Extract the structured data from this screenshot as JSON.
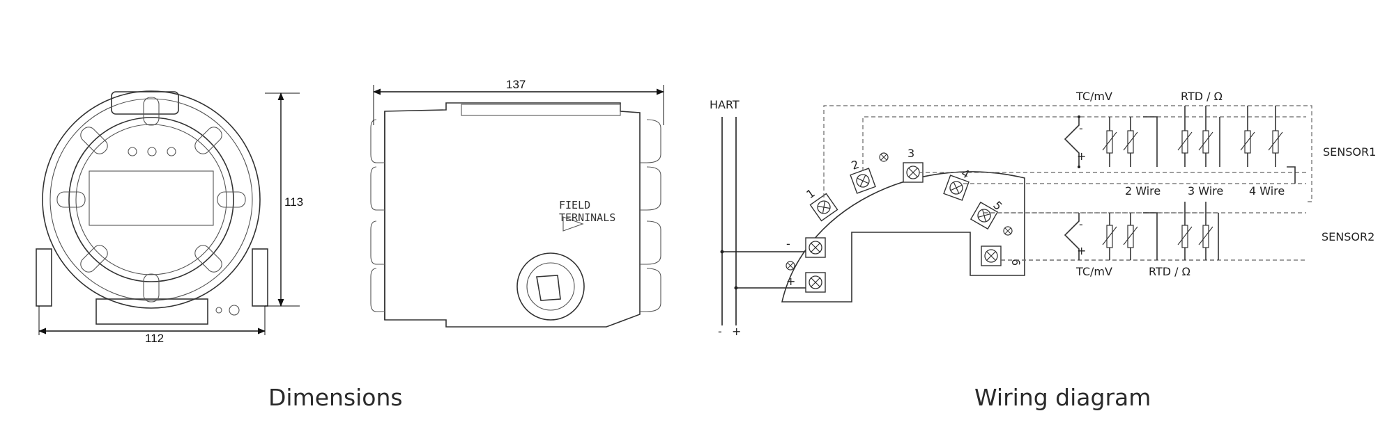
{
  "dimensions": {
    "caption": "Dimensions",
    "width_front": "112",
    "height_front": "113",
    "width_side": "137",
    "housing_label_line1": "FIELD",
    "housing_label_line2": "TERNINALS"
  },
  "wiring": {
    "caption": "Wiring diagram",
    "hart_label": "HART",
    "hart_minus": "-",
    "hart_plus": "+",
    "terminal_minus": "-",
    "terminal_plus": "+",
    "terminals": [
      "1",
      "2",
      "3",
      "4",
      "5",
      "6"
    ],
    "top_tc_label": "TC/mV",
    "top_rtd_label": "RTD / Ω",
    "sensor1_label": "SENSOR1",
    "sensor2_label": "SENSOR2",
    "wire2_label": "2 Wire",
    "wire3_label": "3 Wire",
    "wire4_label": "4 Wire",
    "bottom_tc_label": "TC/mV",
    "bottom_rtd_label": "RTD / Ω",
    "tc_minus": "-",
    "tc_plus": "+"
  }
}
